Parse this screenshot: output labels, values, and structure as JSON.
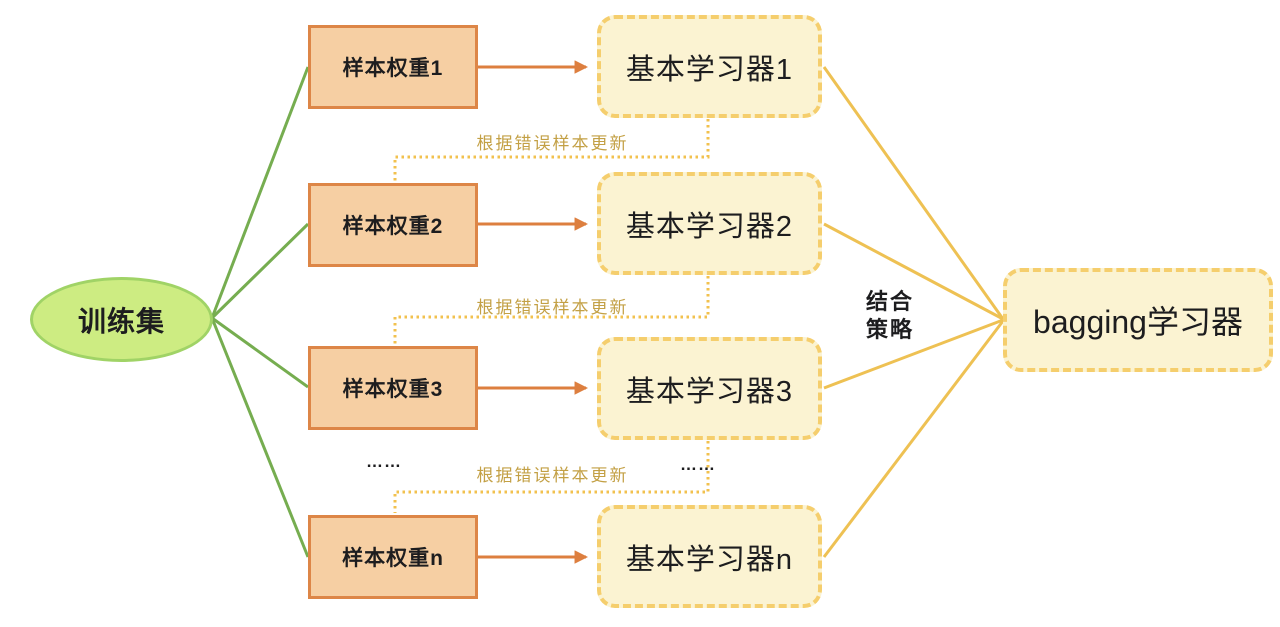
{
  "nodes": {
    "training_set": "训练集",
    "sample_weights": [
      "样本权重1",
      "样本权重2",
      "样本权重3",
      "样本权重n"
    ],
    "base_learners": [
      "基本学习器1",
      "基本学习器2",
      "基本学习器3",
      "基本学习器n"
    ],
    "bagging_learner": "bagging学习器"
  },
  "labels": {
    "update_feedback": "根据错误样本更新",
    "combine_strategy": "结合\n策略",
    "ellipsis": "……"
  },
  "colors": {
    "training_fill": "#cdec82",
    "training_border": "#a0d366",
    "green_line": "#76ad50",
    "weight_fill": "#f6cfa3",
    "weight_border": "#dd8647",
    "orange_arrow": "#dd7f3f",
    "learner_fill": "#fbf3d2",
    "learner_border": "#f5ce6d",
    "yellow_line": "#eec153",
    "dotted_feedback_line": "#f2c14e",
    "update_label_text": "#c3a045",
    "node_text": "#1d1d1f"
  }
}
